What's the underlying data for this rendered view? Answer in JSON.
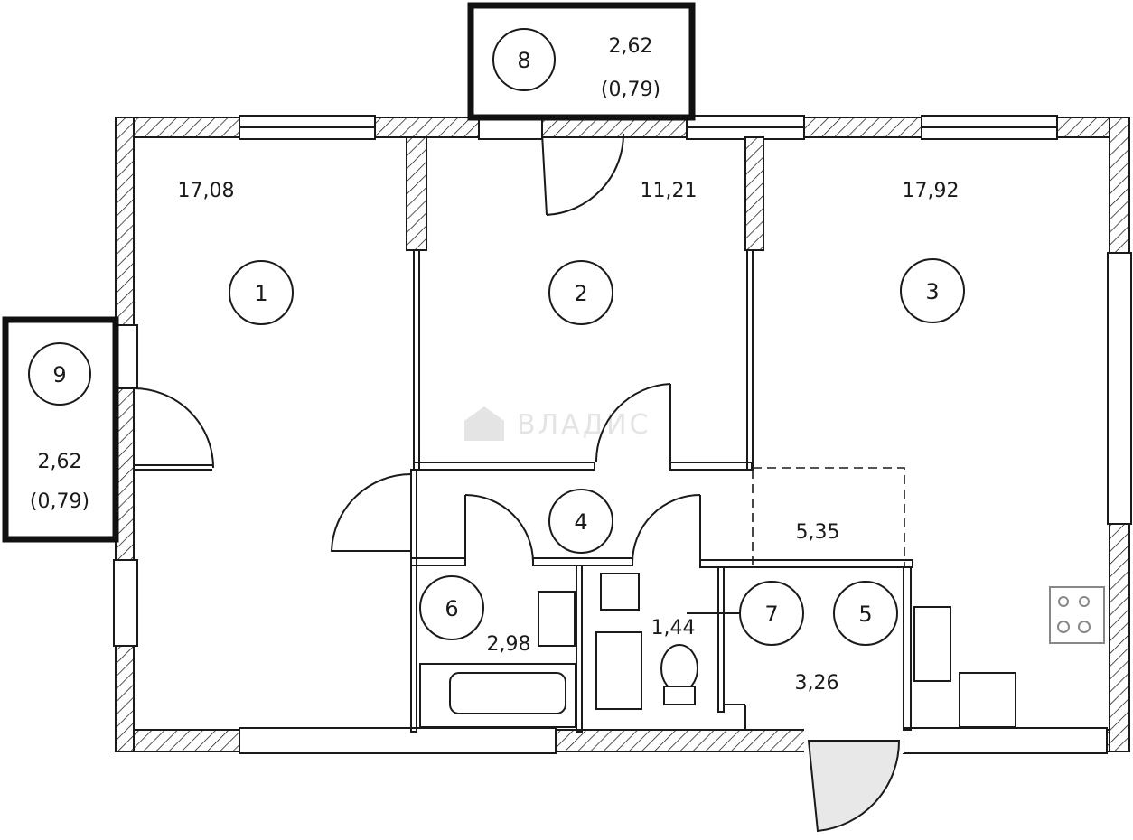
{
  "rooms": {
    "r1": {
      "num": "1",
      "area": "17,08"
    },
    "r2": {
      "num": "2",
      "area": "11,21"
    },
    "r3": {
      "num": "3",
      "area": "17,92"
    },
    "r4": {
      "num": "4",
      "area": "5,35"
    },
    "r5": {
      "num": "5",
      "area": "3,26"
    },
    "r6": {
      "num": "6",
      "area": "2,98"
    },
    "r7": {
      "num": "7",
      "area": "1,44"
    },
    "r8": {
      "num": "8",
      "area": "2,62",
      "reduced": "(0,79)"
    },
    "r9": {
      "num": "9",
      "area": "2,62",
      "reduced": "(0,79)"
    }
  },
  "watermark": "ВЛАДИС"
}
